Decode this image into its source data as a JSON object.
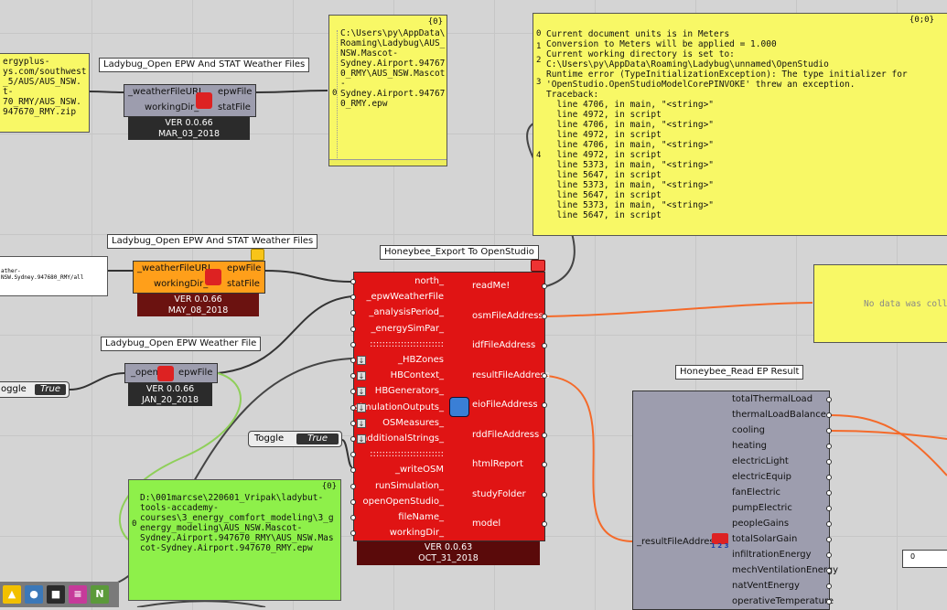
{
  "colors": {
    "canvas": "#d4d4d4",
    "panel_yellow": "#f8f866",
    "panel_green": "#8ef04a",
    "component_grey": "#9d9dae",
    "component_orange": "#ff9f1a",
    "component_red": "#e01414",
    "wire_orange": "#f46a2a",
    "wire_green": "#8fcf5a"
  },
  "url_panel": {
    "text": "ergyplus-\nys.com/southwest\n_5/AUS/AUS_NSW.\nt-\n70_RMY/AUS_NSW.\n947670_RMY.zip"
  },
  "weather_files_1": {
    "title": "Ladybug_Open EPW And STAT Weather Files",
    "inputs": [
      "_weatherFileURL",
      "workingDir_"
    ],
    "outputs": [
      "epwFile",
      "statFile"
    ],
    "version": "VER 0.0.66",
    "date": "MAR_03_2018"
  },
  "epw_panel_1": {
    "header": "{0}",
    "index": "0",
    "text": "C:\\Users\\py\\AppData\\\nRoaming\\Ladybug\\AUS_\nNSW.Mascot-\nSydney.Airport.94767\n0_RMY\\AUS_NSW.Mascot\n-\nSydney.Airport.94767\n0_RMY.epw"
  },
  "error_panel": {
    "header": "{0;0}",
    "indices": [
      "0",
      "1",
      "2",
      "3",
      "4"
    ],
    "text": "Current document units is in Meters\nConversion to Meters will be applied = 1.000\nCurrent working directory is set to:\nC:\\Users\\py\\AppData\\Roaming\\Ladybug\\unnamed\\OpenStudio\nRuntime error (TypeInitializationException): The type initializer for\n'OpenStudio.OpenStudioModelCorePINVOKE' threw an exception.\nTraceback:\n  line 4706, in main, \"<string>\"\n  line 4972, in script\n  line 4706, in main, \"<string>\"\n  line 4972, in script\n  line 4706, in main, \"<string>\"\n  line 4972, in script\n  line 5373, in main, \"<string>\"\n  line 5647, in script\n  line 5373, in main, \"<string>\"\n  line 5647, in script\n  line 5373, in main, \"<string>\"\n  line 5647, in script"
  },
  "small_panel": {
    "text": "ather-\nNSW.Sydney.947680_RMY/all"
  },
  "weather_files_2": {
    "title": "Ladybug_Open EPW And STAT Weather Files",
    "inputs": [
      "_weatherFileURL",
      "workingDir_"
    ],
    "outputs": [
      "epwFile",
      "statFile"
    ],
    "version": "VER 0.0.66",
    "date": "MAY_08_2018"
  },
  "open_epw": {
    "title": "Ladybug_Open EPW Weather File",
    "input": "_open",
    "output": "epwFile",
    "version": "VER 0.0.66",
    "date": "JAN_20_2018"
  },
  "toggle_left": {
    "label": "oggle",
    "value": "True"
  },
  "toggle_mid": {
    "label": "Toggle",
    "value": "True"
  },
  "export": {
    "title": "Honeybee_Export To OpenStudio",
    "inputs": [
      "north_",
      "_epwWeatherFile",
      "_analysisPeriod_",
      "_energySimPar_",
      "::::::::::::::::::::::::",
      "_HBZones",
      "HBContext_",
      "HBGenerators_",
      "simulationOutputs_",
      "OSMeasures_",
      "additionalStrings_",
      "::::::::::::::::::::::::",
      "_writeOSM",
      "runSimulation_",
      "openOpenStudio_",
      "fileName_",
      "workingDir_"
    ],
    "outputs": [
      "readMe!",
      "osmFileAddress",
      "idfFileAddress",
      "resultFileAddress",
      "eioFileAddress",
      "rddFileAddress",
      "htmlReport",
      "studyFolder",
      "model"
    ],
    "version": "VER 0.0.63",
    "date": "OCT_31_2018"
  },
  "nodata_panel": {
    "text": "No data was coll"
  },
  "read_ep": {
    "title": "Honeybee_Read EP Result",
    "input": "_resultFileAddress",
    "icon_text": "1 2 3",
    "outputs": [
      "totalThermalLoad",
      "thermalLoadBalance",
      "cooling",
      "heating",
      "electricLight",
      "electricEquip",
      "fanElectric",
      "pumpElectric",
      "peopleGains",
      "totalSolarGain",
      "infiltrationEnergy",
      "mechVentilationEnergy",
      "natVentEnergy",
      "operativeTemperature"
    ]
  },
  "green_panel": {
    "header": "{0}",
    "index": "0",
    "text": "D:\\001marcse\\220601_Vripak\\ladybut-\ntools-accademy-\ncourses\\3_energy_comfort_modeling\\3_g\nenergy_modeling\\AUS_NSW.Mascot-\nSydney.Airport.947670_RMY\\AUS_NSW.Mas\ncot-Sydney.Airport.947670_RMY.epw"
  },
  "small_right_panel": {
    "text": "0"
  },
  "taskbar": {
    "icons": [
      "ladybug-icon",
      "python-icon",
      "plugin-icon",
      "list-icon",
      "number-icon"
    ],
    "number_label": "N"
  }
}
